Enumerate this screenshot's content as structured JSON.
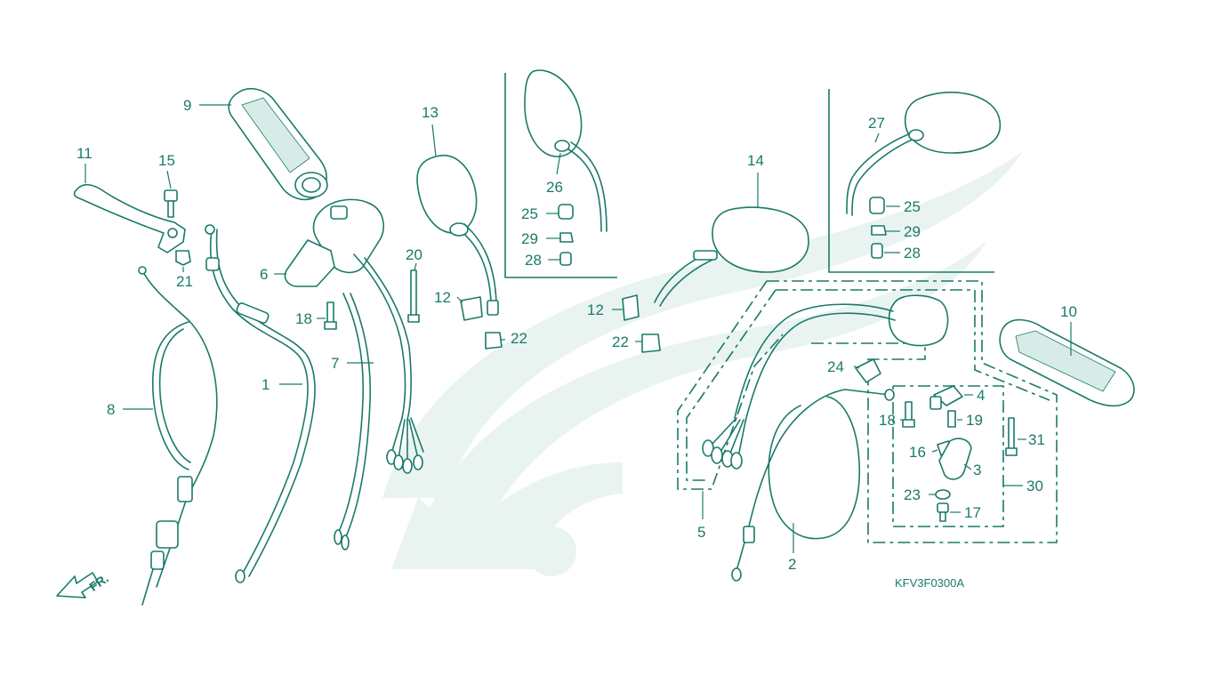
{
  "diagram": {
    "code": "KFV3F0300A",
    "direction_label": "FR.",
    "callouts": [
      {
        "id": "c1",
        "text": "1"
      },
      {
        "id": "c2",
        "text": "2"
      },
      {
        "id": "c3",
        "text": "3"
      },
      {
        "id": "c4",
        "text": "4"
      },
      {
        "id": "c5",
        "text": "5"
      },
      {
        "id": "c6",
        "text": "6"
      },
      {
        "id": "c7",
        "text": "7"
      },
      {
        "id": "c8",
        "text": "8"
      },
      {
        "id": "c9",
        "text": "9"
      },
      {
        "id": "c10",
        "text": "10"
      },
      {
        "id": "c11",
        "text": "11"
      },
      {
        "id": "c12a",
        "text": "12"
      },
      {
        "id": "c12b",
        "text": "12"
      },
      {
        "id": "c13",
        "text": "13"
      },
      {
        "id": "c14",
        "text": "14"
      },
      {
        "id": "c15",
        "text": "15"
      },
      {
        "id": "c16",
        "text": "16"
      },
      {
        "id": "c17",
        "text": "17"
      },
      {
        "id": "c18a",
        "text": "18"
      },
      {
        "id": "c18b",
        "text": "18"
      },
      {
        "id": "c19",
        "text": "19"
      },
      {
        "id": "c20",
        "text": "20"
      },
      {
        "id": "c21",
        "text": "21"
      },
      {
        "id": "c22a",
        "text": "22"
      },
      {
        "id": "c22b",
        "text": "22"
      },
      {
        "id": "c23",
        "text": "23"
      },
      {
        "id": "c24",
        "text": "24"
      },
      {
        "id": "c25a",
        "text": "25"
      },
      {
        "id": "c25b",
        "text": "25"
      },
      {
        "id": "c26",
        "text": "26"
      },
      {
        "id": "c27",
        "text": "27"
      },
      {
        "id": "c28a",
        "text": "28"
      },
      {
        "id": "c28b",
        "text": "28"
      },
      {
        "id": "c29a",
        "text": "29"
      },
      {
        "id": "c29b",
        "text": "29"
      },
      {
        "id": "c30",
        "text": "30"
      },
      {
        "id": "c31",
        "text": "31"
      }
    ]
  },
  "colors": {
    "line": "#1a7a6a",
    "watermark": "#e9f4f1",
    "background": "#ffffff"
  }
}
